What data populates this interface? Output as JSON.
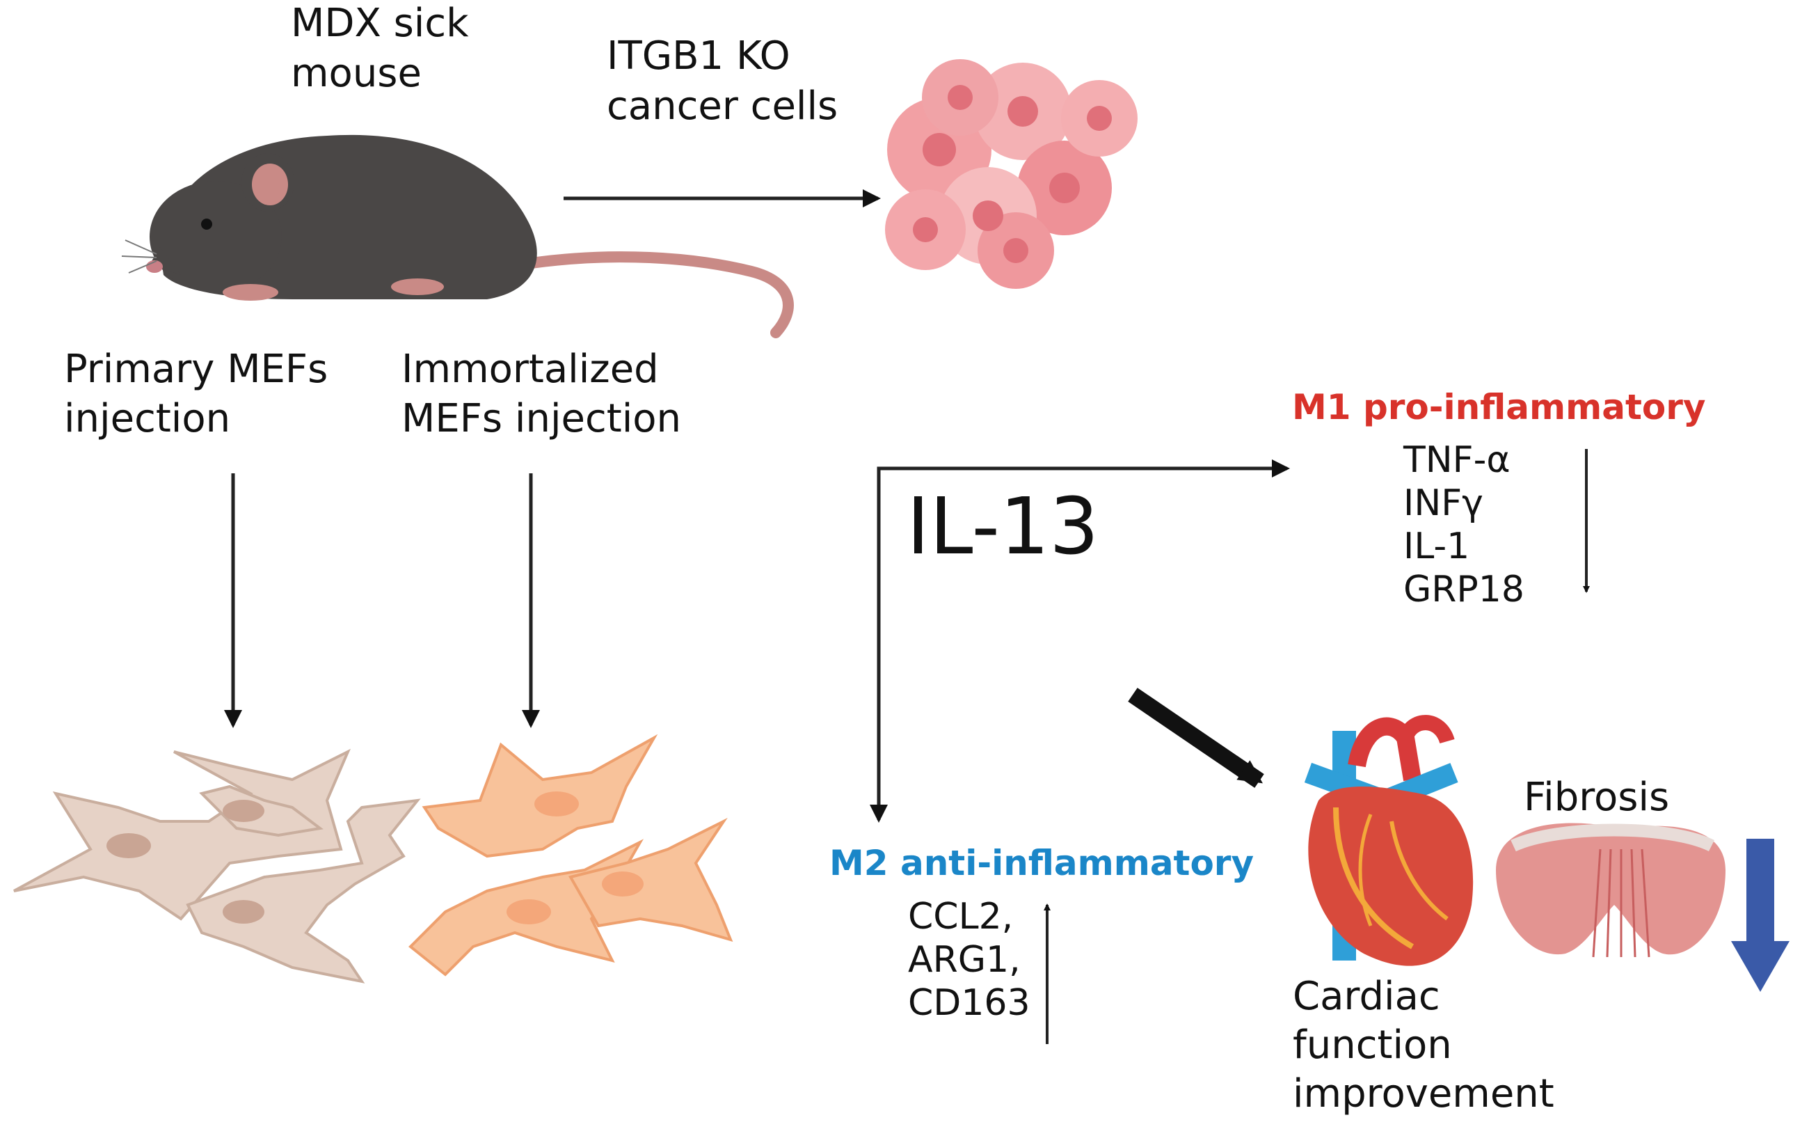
{
  "labels": {
    "mouse": [
      "MDX sick",
      "mouse"
    ],
    "cancer": [
      "ITGB1 KO",
      "cancer cells"
    ],
    "primary": [
      "Primary MEFs",
      "injection"
    ],
    "immortalized": [
      "Immortalized",
      "MEFs injection"
    ],
    "il13": "IL-13",
    "m1_title": "M1 pro-inflammatory",
    "m1_markers": [
      "TNF-α",
      "INFγ",
      "IL-1",
      "GRP18"
    ],
    "m2_title": "M2 anti-inflammatory",
    "m2_markers": [
      "CCL2,",
      "ARG1,",
      "CD163"
    ],
    "fibrosis": "Fibrosis",
    "cardiac": [
      "Cardiac",
      "function",
      "improvement"
    ]
  },
  "colors": {
    "m1": "#d8322a",
    "m2": "#1a86c8",
    "decrease_arrow": "#3a5aa8",
    "mouse_body": "#4a4746",
    "primary_mef": "#e6d2c6",
    "immortal_mef": "#f8c29a"
  },
  "icons": [
    "mouse-illustration",
    "cancer-cells-illustration",
    "primary-mef-cells",
    "immortalized-mef-cells",
    "heart-illustration",
    "diaphragm-illustration",
    "down-arrow-icon"
  ]
}
